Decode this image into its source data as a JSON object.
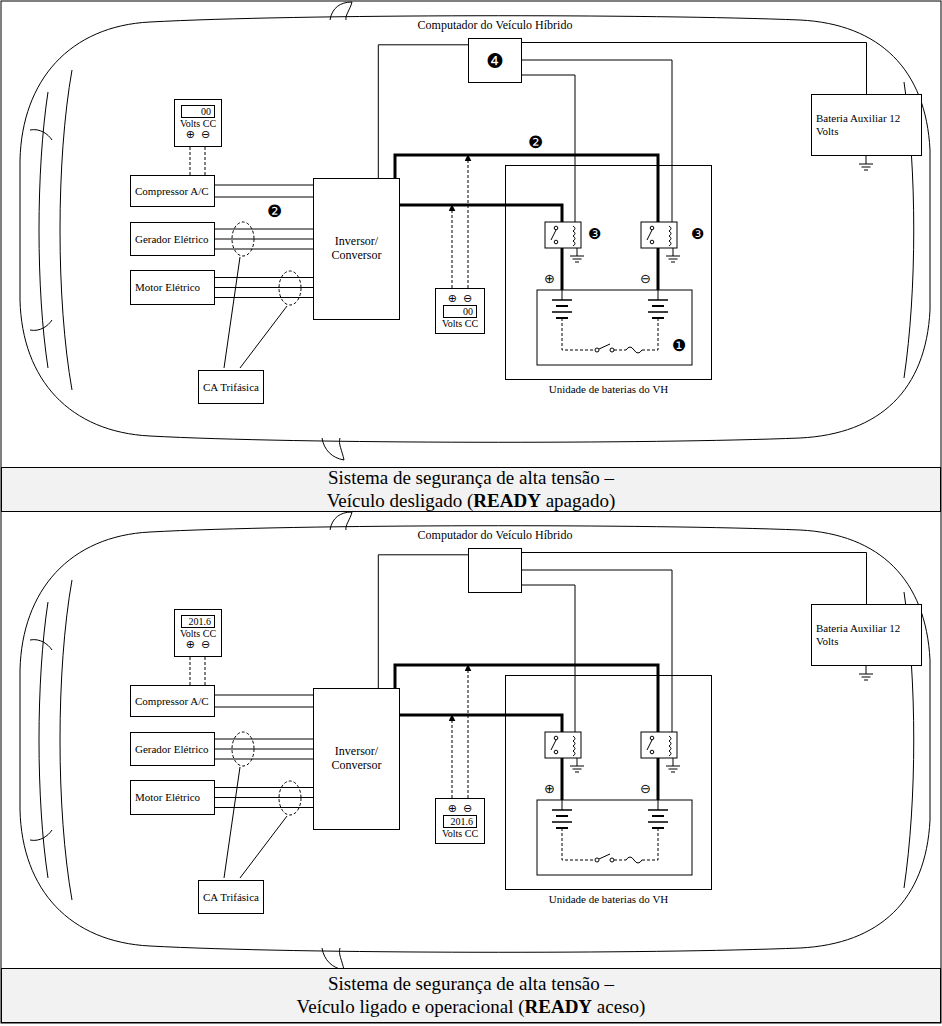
{
  "diagram": {
    "nodes": [
      {
        "text": [
          "Computador do Veículo Híbrido",
          "❹"
        ]
      },
      {
        "text": [
          "Bateria Auxiliar 12 Volts"
        ]
      },
      {
        "text": [
          "00",
          "Volts CC",
          "⊕",
          "⊖"
        ]
      },
      {
        "text": [
          "Compressor A/C"
        ]
      },
      {
        "text": [
          "Gerador Elétrico"
        ]
      },
      {
        "text": [
          "Motor Elétrico"
        ]
      },
      {
        "text": [
          "Inversor/ Conversor"
        ]
      },
      {
        "text": [
          "⊕",
          "⊖",
          "00",
          "Volts CC"
        ]
      },
      {
        "text": [
          "Unidade de baterias do VH"
        ]
      },
      {
        "text": [
          "CA Trifásica"
        ]
      },
      {
        "text": [
          "Sistema de segurança de alta tensão – Veículo desligado (READY apagado)"
        ]
      },
      {
        "text": [
          "Computador do Veículo Híbrido"
        ]
      },
      {
        "text": [
          "Bateria Auxiliar 12 Volts"
        ]
      },
      {
        "text": [
          "201.6",
          "Volts CC",
          "⊕",
          "⊖"
        ]
      },
      {
        "text": [
          "Compressor A/C"
        ]
      },
      {
        "text": [
          "Gerador Elétrico"
        ]
      },
      {
        "text": [
          "Motor Elétrico"
        ]
      },
      {
        "text": [
          "Inversor/ Conversor"
        ]
      },
      {
        "text": [
          "⊕",
          "⊖",
          "201.6",
          "Volts CC"
        ]
      },
      {
        "text": [
          "Unidade de baterias do VH"
        ]
      },
      {
        "text": [
          "CA Trifásica"
        ]
      },
      {
        "text": [
          "Sistema de segurança de alta tensão – Veículo ligado e operacional (READY aceso)"
        ]
      }
    ],
    "edges": [
      {
        "from": 0,
        "to": 6,
        "arrow": "none"
      },
      {
        "from": 0,
        "to": 1,
        "arrow": "none"
      },
      {
        "from": 3,
        "to": 6,
        "arrow": "none"
      },
      {
        "from": 4,
        "to": 6,
        "arrow": "none"
      },
      {
        "from": 5,
        "to": 6,
        "arrow": "none"
      },
      {
        "from": 11,
        "to": 17,
        "arrow": "none"
      },
      {
        "from": 11,
        "to": 12,
        "arrow": "none"
      },
      {
        "from": 14,
        "to": 17,
        "arrow": "none"
      },
      {
        "from": 15,
        "to": 17,
        "arrow": "none"
      },
      {
        "from": 16,
        "to": 17,
        "arrow": "none"
      }
    ],
    "labels": [
      "❷",
      "❷",
      "❸",
      "❸",
      "⊕",
      "⊖",
      "❶",
      "⊕",
      "⊖"
    ]
  }
}
